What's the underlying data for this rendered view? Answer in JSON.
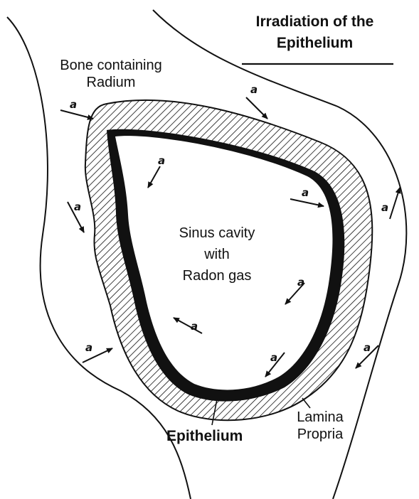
{
  "title": {
    "line1": "Irradiation of the",
    "line2": "Epithelium"
  },
  "labels": {
    "bone": {
      "line1": "Bone containing",
      "line2": "Radium"
    },
    "cavity": {
      "line1": "Sinus cavity",
      "line2": "with",
      "line3": "Radon gas"
    },
    "epithelium": "Epithelium",
    "lamina": {
      "line1": "Lamina",
      "line2": "Propria"
    }
  },
  "particle_symbol": "a",
  "colors": {
    "ink": "#111111",
    "background": "#ffffff"
  }
}
